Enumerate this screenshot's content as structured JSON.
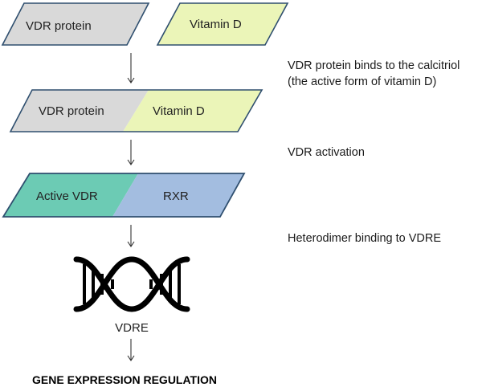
{
  "boxes": {
    "vdr_protein": "VDR protein",
    "vitamin_d": "Vitamin D",
    "complex_vdr": "VDR protein",
    "complex_vitd": "Vitamin D",
    "active_vdr": "Active VDR",
    "rxr": "RXR"
  },
  "steps": {
    "binding_line1": "VDR protein binds to the calcitriol",
    "binding_line2": "(the active form of vitamin D)",
    "activation": "VDR activation",
    "heterodimer": "Heterodimer binding to VDRE"
  },
  "dna_label": "VDRE",
  "final_label": "GENE EXPRESSION REGULATION",
  "colors": {
    "vdr_protein": "#d9d9d9",
    "vitamin_d": "#ebf5b8",
    "active_vdr": "#6ccbb4",
    "rxr": "#a3bde0",
    "outline": "#2f4f6f"
  },
  "icons": [
    "dna-helix-icon",
    "down-arrow-icon"
  ]
}
